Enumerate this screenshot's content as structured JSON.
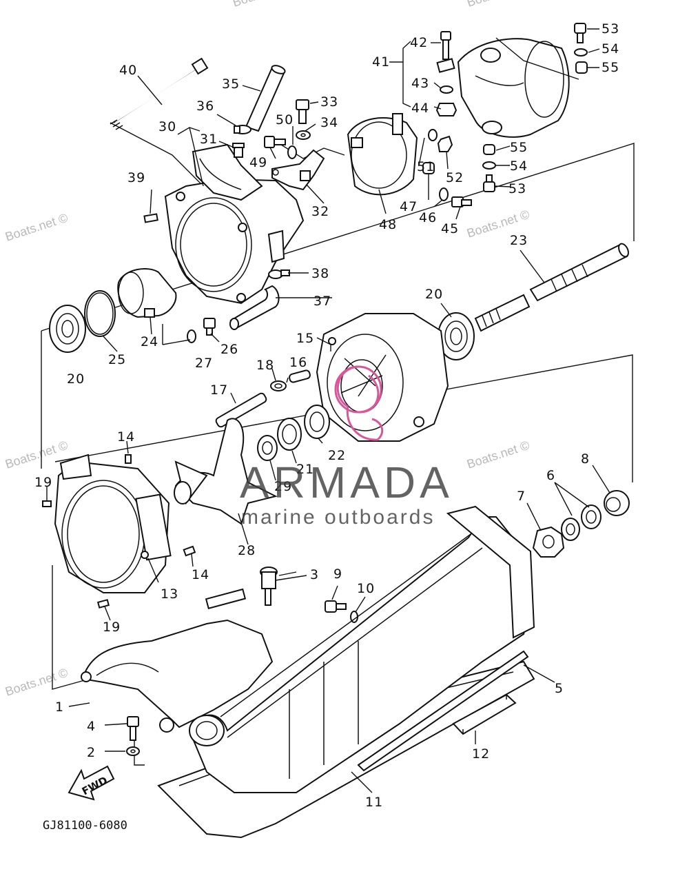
{
  "watermark": "Boats.net ©",
  "brand": {
    "title": "ARMADA",
    "subtitle": "marine outboards",
    "accent": "#d9569a"
  },
  "fwd_label": "FWD",
  "diagram_code": "GJ81100-6080",
  "callouts": {
    "c1": "1",
    "c2": "2",
    "c3": "3",
    "c4": "4",
    "c5": "5",
    "c6": "6",
    "c7": "7",
    "c8": "8",
    "c9": "9",
    "c10": "10",
    "c11": "11",
    "c12": "12",
    "c13": "13",
    "c14": "14",
    "c15": "15",
    "c16": "16",
    "c17": "17",
    "c18": "18",
    "c19": "19",
    "c20": "20",
    "c21": "21",
    "c22": "22",
    "c23": "23",
    "c24": "24",
    "c25": "25",
    "c26": "26",
    "c27": "27",
    "c28": "28",
    "c29": "29",
    "c30": "30",
    "c31": "31",
    "c32": "32",
    "c33": "33",
    "c34": "34",
    "c35": "35",
    "c36": "36",
    "c37": "37",
    "c38": "38",
    "c39": "39",
    "c40": "40",
    "c41": "41",
    "c42": "42",
    "c43": "43",
    "c44": "44",
    "c45": "45",
    "c46": "46",
    "c47": "47",
    "c48": "48",
    "c49": "49",
    "c50": "50",
    "c51": "51",
    "c52": "52",
    "c53": "53",
    "c54": "54",
    "c55": "55"
  }
}
